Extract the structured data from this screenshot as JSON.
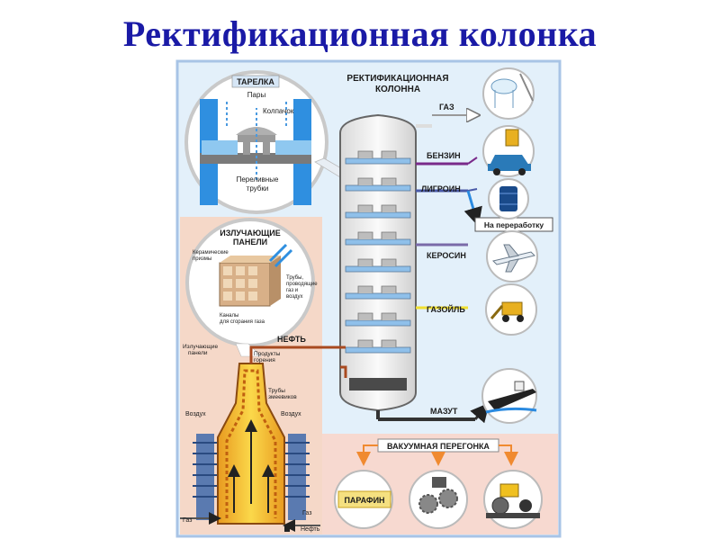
{
  "title": "Ректификационная колонка",
  "column_title_line1": "РЕКТИФИКАЦИОННАЯ",
  "column_title_line2": "КОЛОННА",
  "plate": {
    "title": "ТАРЕЛКА",
    "vapors": "Пары",
    "cap": "Колпачок",
    "overflow_line1": "Переливные",
    "overflow_line2": "трубки"
  },
  "panels": {
    "title_line1": "ИЗЛУЧАЮЩИЕ",
    "title_line2": "ПАНЕЛИ",
    "ceramic_line1": "Керамические",
    "ceramic_line2": "призмы",
    "pipes_line1": "Трубы,",
    "pipes_line2": "проводящие",
    "pipes_line3": "газ и",
    "pipes_line4": "воздух",
    "channels_line1": "Каналы",
    "channels_line2": "для сгорания газа"
  },
  "furnace": {
    "radiating_line1": "Излучающие",
    "radiating_line2": "панели",
    "products_line1": "Продукты",
    "products_line2": "горения",
    "coil_line1": "Трубы",
    "coil_line2": "змеевиков",
    "air_left": "Воздух",
    "air_right": "Воздух",
    "gas_right": "Газ",
    "gas_left": "Газ",
    "oil_in": "Нефть"
  },
  "products": {
    "gas": "ГАЗ",
    "gasoline": "БЕНЗИН",
    "ligroin": "ЛИГРОИН",
    "processing": "На переработку",
    "kerosene": "КЕРОСИН",
    "gasoil": "ГАЗОЙЛЬ",
    "oil": "НЕФТЬ",
    "mazut": "МАЗУТ"
  },
  "vacuum": {
    "title": "ВАКУУМНАЯ ПЕРЕГОНКА",
    "paraffin": "ПАРАФИН"
  },
  "icons": [
    "gas-tank-icon",
    "fuel-can-icon",
    "car-icon",
    "barrel-icon",
    "airplane-icon",
    "excavator-icon",
    "ship-icon",
    "paraffin-icon",
    "gears-icon",
    "road-roller-icon"
  ],
  "colors": {
    "title": "#1a1aa6",
    "poster_bg": "#e3f0fa",
    "poster_border": "#a8c4e6",
    "furnace_panel": "#f5d8c8",
    "vacuum_panel": "#f7d9d0",
    "column_fill": "#f2f2f2",
    "plate_blue": "#2f8fe0",
    "liquid_blue": "#2a78c8",
    "gasoline": "#7a2a8a",
    "ligroin": "#4a5aa8",
    "kerosene": "#7a6aa8",
    "gasoil": "#f0e030",
    "oil_stream": "#a84a20",
    "mazut": "#333333",
    "arrow_orange": "#f08a30",
    "furnace_yellow": "#f5c030"
  }
}
